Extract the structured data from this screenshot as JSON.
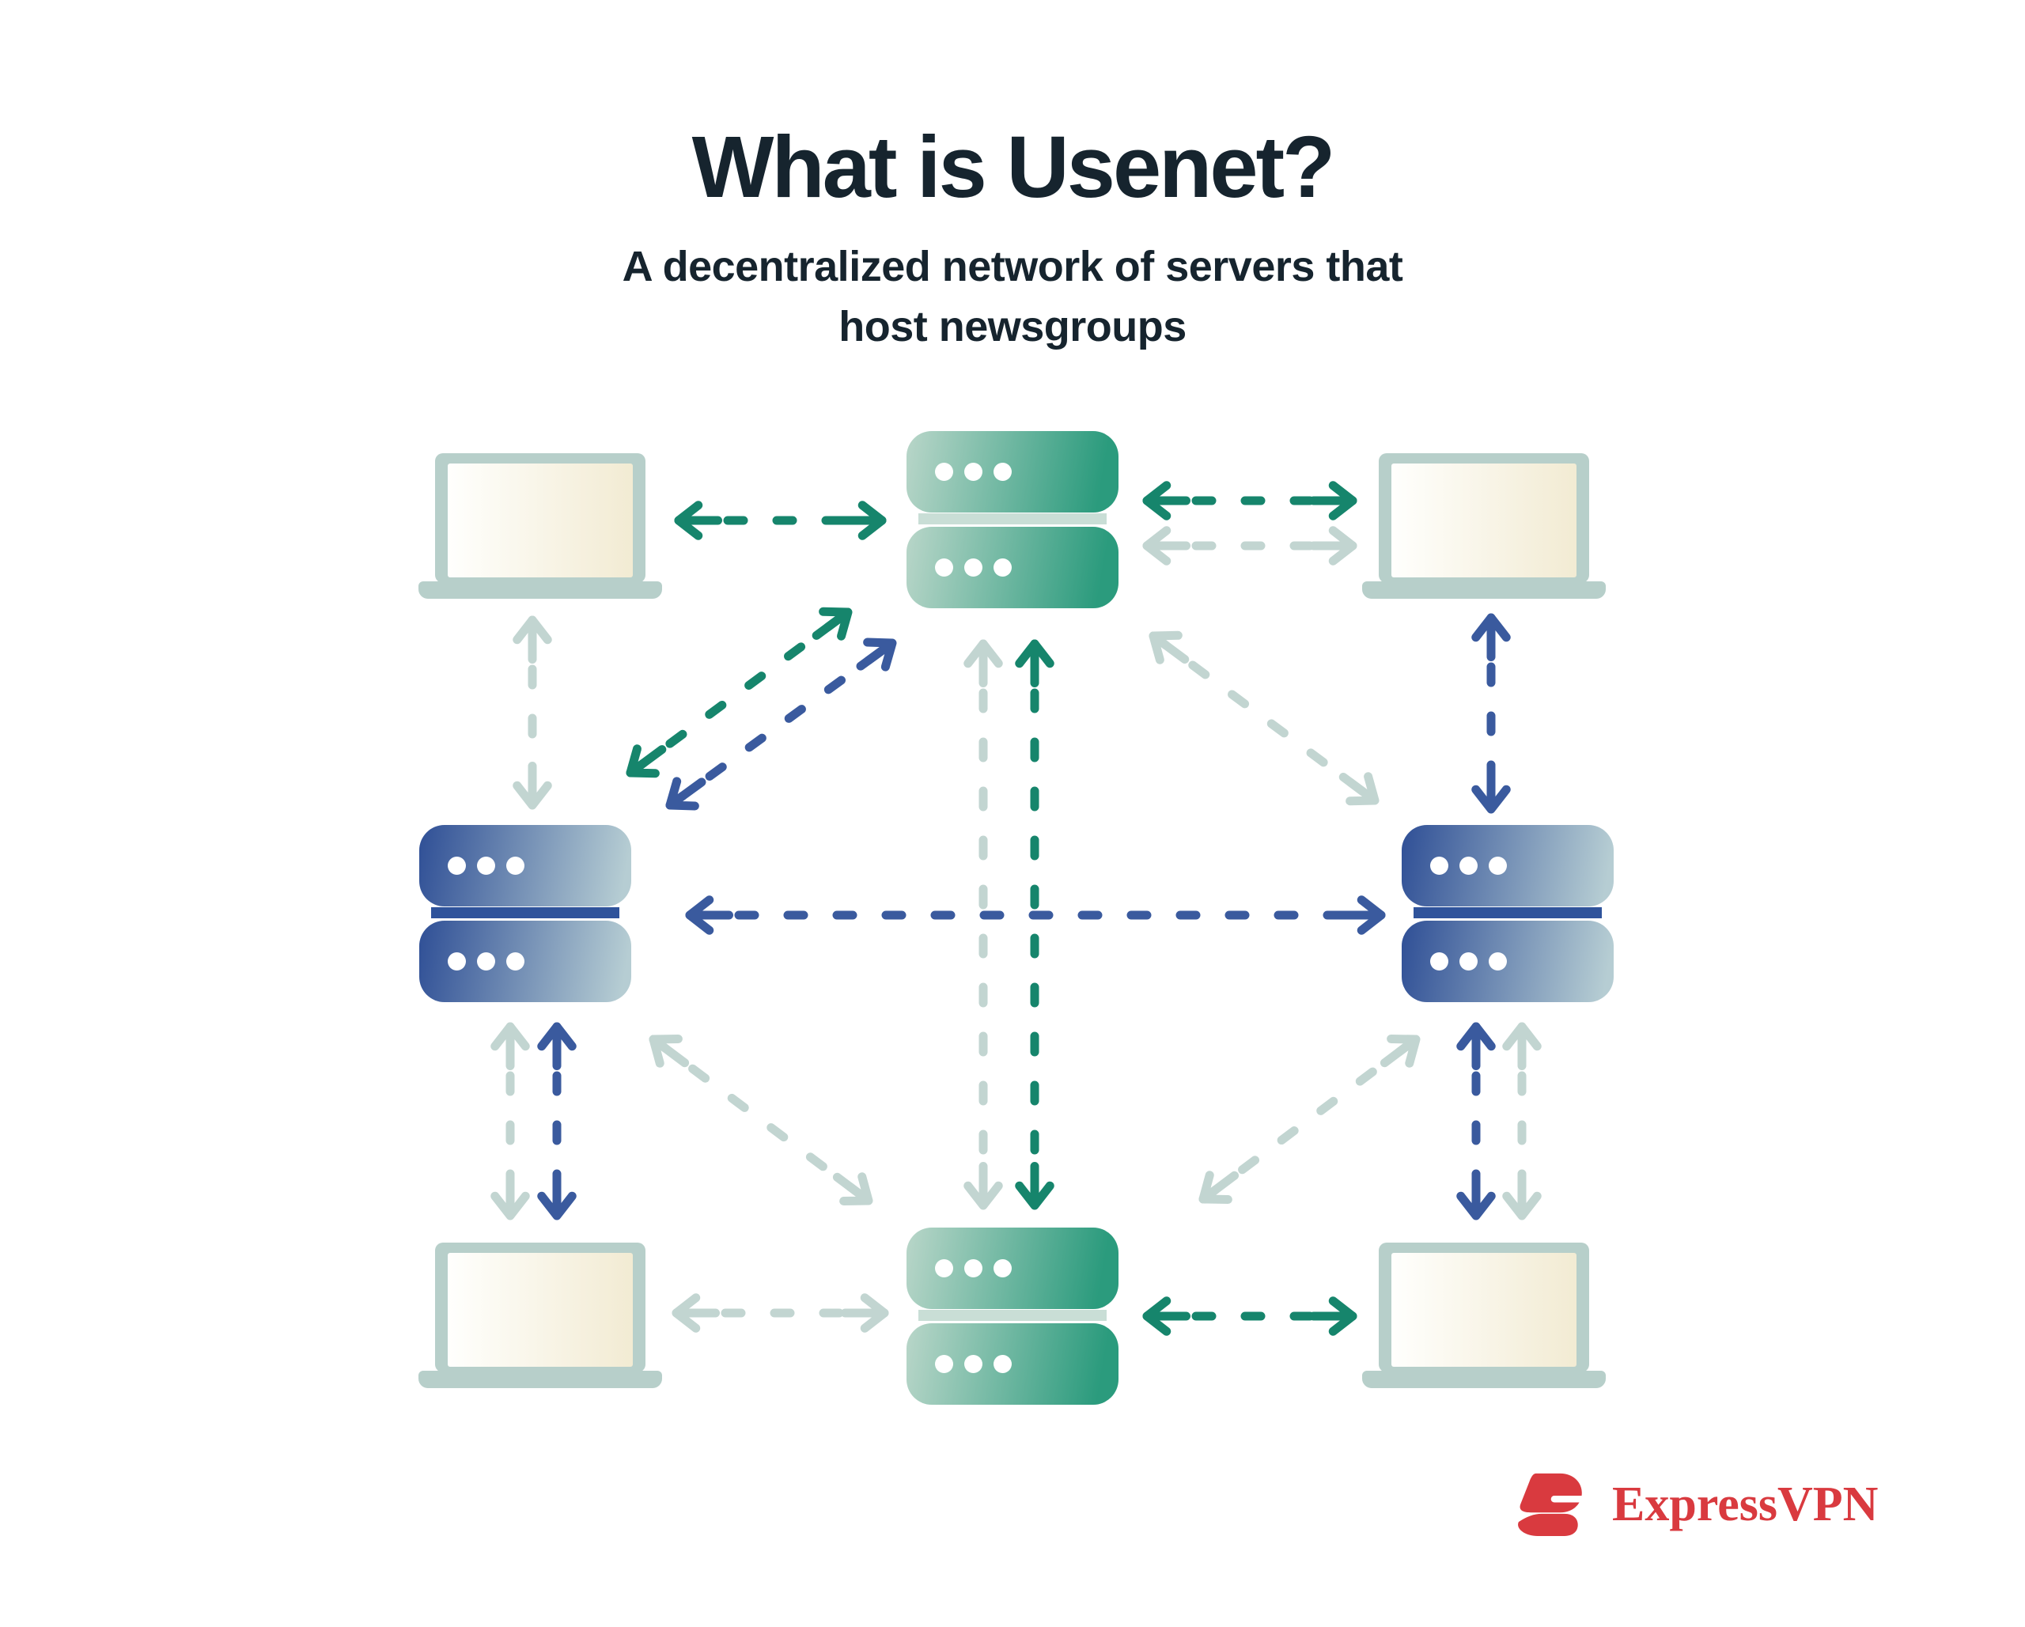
{
  "header": {
    "title": "What is Usenet?",
    "subtitle_line1": "A decentralized network of servers that",
    "subtitle_line2": "host newsgroups"
  },
  "brand": {
    "name": "ExpressVPN"
  },
  "colors": {
    "heading_navy": "#16242e",
    "arrow_green": "#16856c",
    "arrow_navy": "#3a5a9e",
    "arrow_sage": "#c2d5d1",
    "server_green_gradient": [
      "#b9d6c9",
      "#2b9b7d"
    ],
    "server_blue_gradient": [
      "#2f4f96",
      "#b6cdd3"
    ],
    "laptop_frame_sage": "#b7cfca",
    "laptop_screen_cream": "#f2ebd3",
    "brand_red": "#d93a3f"
  },
  "diagram": {
    "nodes": [
      {
        "id": "laptop-top-left",
        "type": "laptop"
      },
      {
        "id": "server-top",
        "type": "server",
        "variant": "green"
      },
      {
        "id": "laptop-top-right",
        "type": "laptop"
      },
      {
        "id": "server-left",
        "type": "server",
        "variant": "blue"
      },
      {
        "id": "server-right",
        "type": "server",
        "variant": "blue"
      },
      {
        "id": "laptop-bottom-left",
        "type": "laptop"
      },
      {
        "id": "server-bottom",
        "type": "server",
        "variant": "green"
      },
      {
        "id": "laptop-bottom-right",
        "type": "laptop"
      }
    ],
    "edges": [
      {
        "from": "laptop-top-left",
        "to": "server-top",
        "color": "green",
        "style": "dashed",
        "bidirectional": true
      },
      {
        "from": "server-top",
        "to": "laptop-top-right",
        "color": "green",
        "style": "dashed",
        "bidirectional": true
      },
      {
        "from": "server-top",
        "to": "laptop-top-right",
        "color": "sage",
        "style": "dashed",
        "bidirectional": true
      },
      {
        "from": "server-left",
        "to": "server-top",
        "color": "green",
        "style": "dashed",
        "bidirectional": true
      },
      {
        "from": "server-left",
        "to": "server-top",
        "color": "navy",
        "style": "dashed",
        "bidirectional": true
      },
      {
        "from": "server-top",
        "to": "server-right",
        "color": "sage",
        "style": "dashed",
        "bidirectional": true
      },
      {
        "from": "laptop-top-left",
        "to": "server-left",
        "color": "sage",
        "style": "dashed",
        "bidirectional": true
      },
      {
        "from": "laptop-top-right",
        "to": "server-right",
        "color": "navy",
        "style": "dashed",
        "bidirectional": true
      },
      {
        "from": "server-top",
        "to": "server-bottom",
        "color": "sage",
        "style": "dashed",
        "bidirectional": true
      },
      {
        "from": "server-top",
        "to": "server-bottom",
        "color": "green",
        "style": "dashed",
        "bidirectional": true
      },
      {
        "from": "server-left",
        "to": "server-right",
        "color": "navy",
        "style": "dashed",
        "bidirectional": true
      },
      {
        "from": "server-left",
        "to": "laptop-bottom-left",
        "color": "sage",
        "style": "dashed",
        "bidirectional": true
      },
      {
        "from": "server-left",
        "to": "laptop-bottom-left",
        "color": "navy",
        "style": "dashed",
        "bidirectional": true
      },
      {
        "from": "server-left",
        "to": "server-bottom",
        "color": "sage",
        "style": "dashed",
        "bidirectional": true
      },
      {
        "from": "server-bottom",
        "to": "server-right",
        "color": "sage",
        "style": "dashed",
        "bidirectional": true
      },
      {
        "from": "server-right",
        "to": "laptop-bottom-right",
        "color": "navy",
        "style": "dashed",
        "bidirectional": true
      },
      {
        "from": "server-right",
        "to": "laptop-bottom-right",
        "color": "sage",
        "style": "dashed",
        "bidirectional": true
      },
      {
        "from": "laptop-bottom-left",
        "to": "server-bottom",
        "color": "sage",
        "style": "dashed",
        "bidirectional": true
      },
      {
        "from": "server-bottom",
        "to": "laptop-bottom-right",
        "color": "green",
        "style": "dashed",
        "bidirectional": true
      }
    ]
  }
}
